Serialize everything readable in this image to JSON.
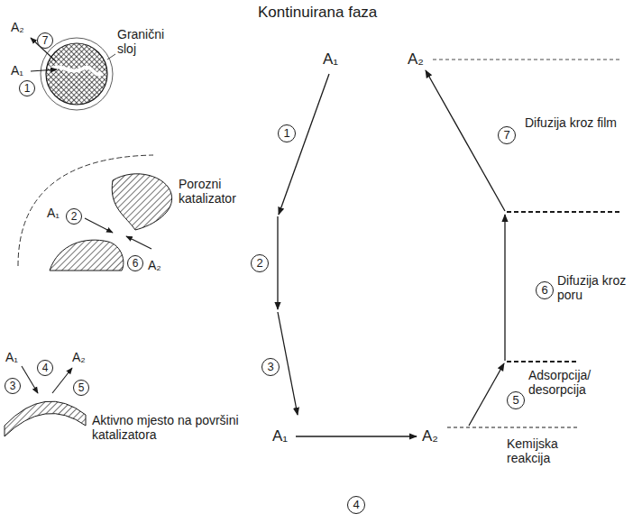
{
  "diagram": {
    "labels": [
      "Kontinuirana faza",
      "A₁",
      "A₂",
      "1",
      "Granični sloj",
      "A₂",
      "7",
      "A₁",
      "1",
      "Porozni katalizator",
      "A₁",
      "2",
      "6",
      "A₂",
      "2",
      "3",
      "A₁",
      "4",
      "A₂",
      "3",
      "5",
      "Aktivno mjesto na površini katalizatora",
      "A₁",
      "A₂",
      "4",
      "Kemijska reakcija",
      "5",
      "Adsorpcija/ desorpcija",
      "6",
      "Difuzija kroz poru",
      "7",
      "Difuzija kroz film"
    ]
  }
}
